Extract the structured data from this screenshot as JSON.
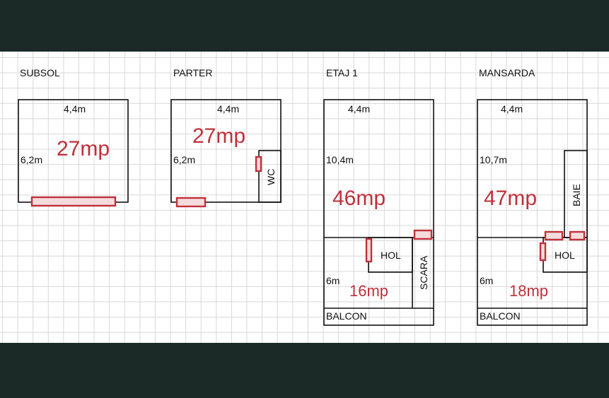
{
  "colors": {
    "background": "#1b2a26",
    "grid": "#d7d7d7",
    "walls": "#111111",
    "area_labels": "#c0303a",
    "openings": "#c0303a"
  },
  "floors": [
    {
      "title": "SUBSOL",
      "width_label": "4,4m",
      "length_label": "6,2m",
      "area_label": "27mp"
    },
    {
      "title": "PARTER",
      "width_label": "4,4m",
      "length_label": "6,2m",
      "area_label": "27mp",
      "room_label": "WC"
    },
    {
      "title": "ETAJ 1",
      "width_label": "4,4m",
      "length_label": "10,4m",
      "area_label": "46mp",
      "lower_length_label": "6m",
      "lower_area_label": "16mp",
      "hall_label": "HOL",
      "stair_label": "SCARA",
      "balcony_label": "BALCON"
    },
    {
      "title": "MANSARDA",
      "width_label": "4,4m",
      "length_label": "10,7m",
      "area_label": "47mp",
      "lower_length_label": "6m",
      "lower_area_label": "18mp",
      "hall_label": "HOL",
      "bath_label": "BAIE",
      "balcony_label": "BALCON"
    }
  ]
}
